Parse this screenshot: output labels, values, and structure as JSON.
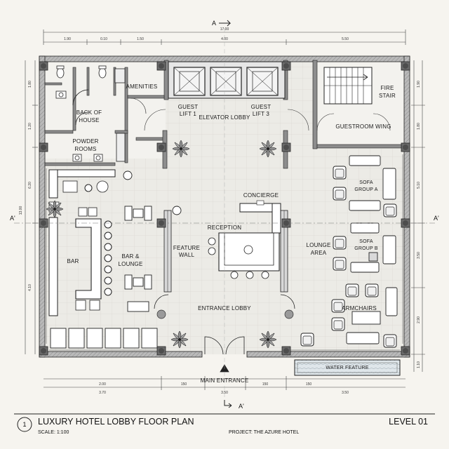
{
  "title_block": {
    "number": "1",
    "title": "LUXURY HOTEL LOBBY FLOOR PLAN",
    "scale": "SCALE: 1:100",
    "project": "PROJECT: THE AZURE HOTEL",
    "level": "LEVEL 01"
  },
  "section_marks": {
    "top": "A",
    "bottom": "A'",
    "left": "A'",
    "right": "A'"
  },
  "rooms": {
    "amenities": "AMENITIES",
    "back_of_house": [
      "BACK OF",
      "HOUSE"
    ],
    "powder_rooms": [
      "POWDER",
      "ROOMS"
    ],
    "guest_lift_1": [
      "GUEST",
      "LIFT 1"
    ],
    "elevator_lobby": "ELEVATOR LOBBY",
    "guest_lift_3": [
      "GUEST",
      "LIFT 3"
    ],
    "fire_stair": [
      "FIRE",
      "STAIR"
    ],
    "guestroom_wing": "GUESTROOM WING",
    "concierge": "CONCIERGE",
    "reception": "RECEPTION",
    "feature_wall": [
      "FEATURE",
      "WALL"
    ],
    "bar": "BAR",
    "bar_lounge": [
      "BAR &",
      "LOUNGE"
    ],
    "lounge_area": [
      "LOUNGE",
      "AREA"
    ],
    "sofa_group_a": [
      "SOFA",
      "GROUP A"
    ],
    "sofa_group_b": [
      "SOFA",
      "GROUP B"
    ],
    "armchairs": "ARMCHAIRS",
    "entrance_lobby": "ENTRANCE LOBBY",
    "main_entrance": "MAIN ENTRANCE",
    "water_feature": "WATER FEATURE"
  },
  "dimensions": {
    "top_overall": "17.00",
    "top_segments": [
      "1.90",
      "0.10",
      "1.50",
      "4.00",
      "5.50"
    ],
    "bottom_segments": [
      "2.00",
      "150",
      "150",
      "150"
    ],
    "bottom_totals": [
      "3.70",
      "3.50",
      "3.50"
    ],
    "left_segments": [
      "1.80",
      "1.20",
      "6.20",
      "4.10"
    ],
    "left_overall": "13.00",
    "right_segments": [
      "1.90",
      "1.80",
      "5.10",
      "3.50",
      "2.90",
      "1.10"
    ]
  },
  "colors": {
    "paper": "#f6f4ef",
    "ink": "#1e1e1e",
    "wall": "#9a9a9a",
    "floor_tile": "#e9e7e1",
    "column": "#555555",
    "plant": "#3a3a3a"
  },
  "icons": [
    "north-arrow-icon",
    "plant-icon",
    "stair-icon",
    "elevator-car-icon",
    "toilet-icon",
    "sink-icon"
  ]
}
